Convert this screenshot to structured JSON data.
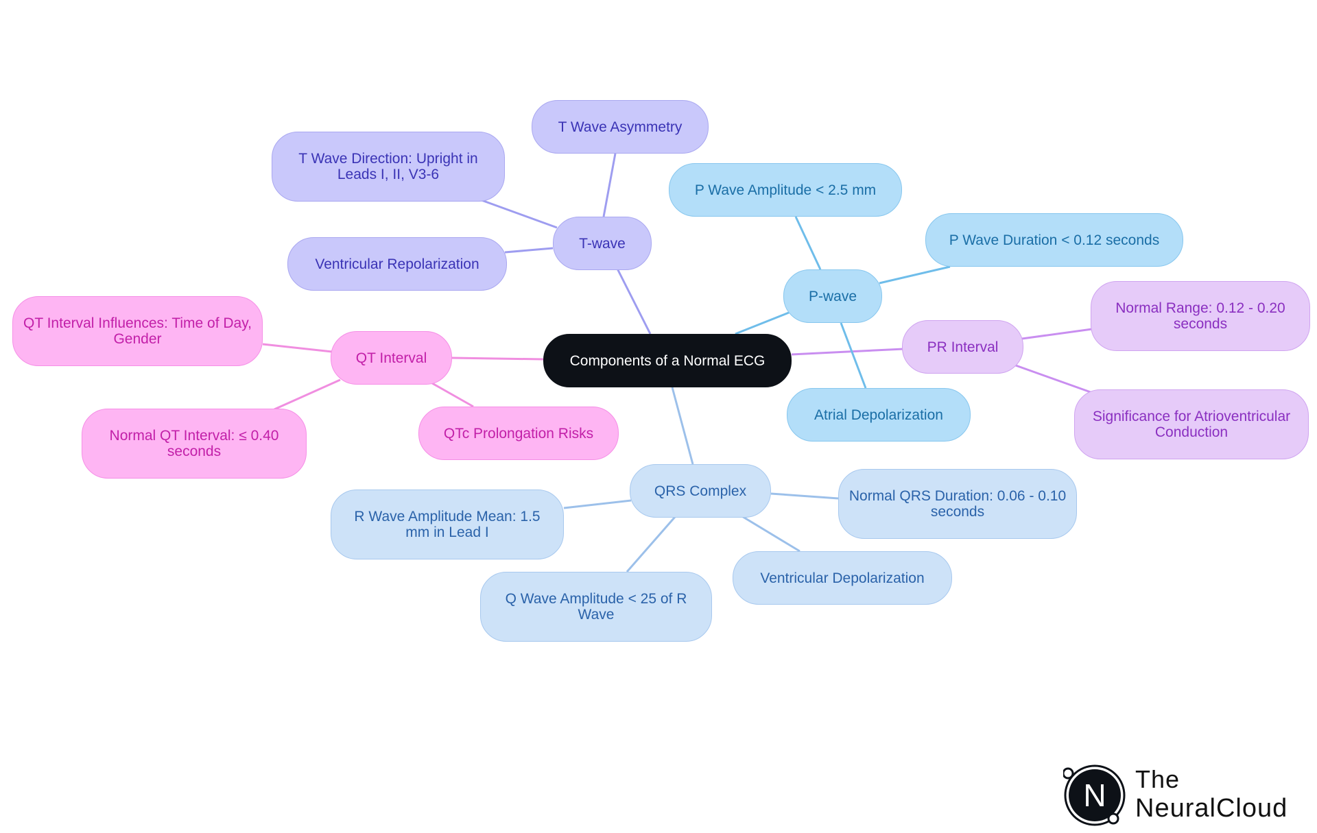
{
  "diagram": {
    "root": "Components of a Normal ECG",
    "branches": [
      {
        "id": "t",
        "label": "T-wave",
        "color": "#9e9df0",
        "children": [
          {
            "id": "t1",
            "label": "T Wave Asymmetry"
          },
          {
            "id": "t2",
            "label": "T Wave Direction: Upright in Leads I, II, V3-6"
          },
          {
            "id": "t3",
            "label": "Ventricular Repolarization"
          }
        ]
      },
      {
        "id": "p",
        "label": "P-wave",
        "color": "#6fbdea",
        "children": [
          {
            "id": "p1",
            "label": "P Wave Amplitude < 2.5 mm"
          },
          {
            "id": "p2",
            "label": "P Wave Duration < 0.12 seconds"
          },
          {
            "id": "p3",
            "label": "Atrial Depolarization"
          }
        ]
      },
      {
        "id": "pr",
        "label": "PR Interval",
        "color": "#c98ef0",
        "children": [
          {
            "id": "pr1",
            "label": "Normal Range: 0.12 - 0.20 seconds"
          },
          {
            "id": "pr2",
            "label": "Significance for Atrioventricular Conduction"
          }
        ]
      },
      {
        "id": "qt",
        "label": "QT Interval",
        "color": "#f08ee0",
        "children": [
          {
            "id": "qt1",
            "label": "QT Interval Influences: Time of Day, Gender"
          },
          {
            "id": "qt2",
            "label": "Normal QT Interval: ≤ 0.40 seconds"
          },
          {
            "id": "qt3",
            "label": "QTc Prolongation Risks"
          }
        ]
      },
      {
        "id": "qrs",
        "label": "QRS Complex",
        "color": "#9cc0ea",
        "children": [
          {
            "id": "qrs1",
            "label": "Normal QRS Duration: 0.06 - 0.10 seconds"
          },
          {
            "id": "qrs2",
            "label": "R Wave Amplitude Mean: 1.5 mm in Lead I"
          },
          {
            "id": "qrs3",
            "label": "Q Wave Amplitude < 25 of R Wave"
          },
          {
            "id": "qrs4",
            "label": "Ventricular Depolarization"
          }
        ]
      }
    ]
  },
  "logo": {
    "line1": "The",
    "line2": "NeuralCloud",
    "mark_letter": "N"
  }
}
